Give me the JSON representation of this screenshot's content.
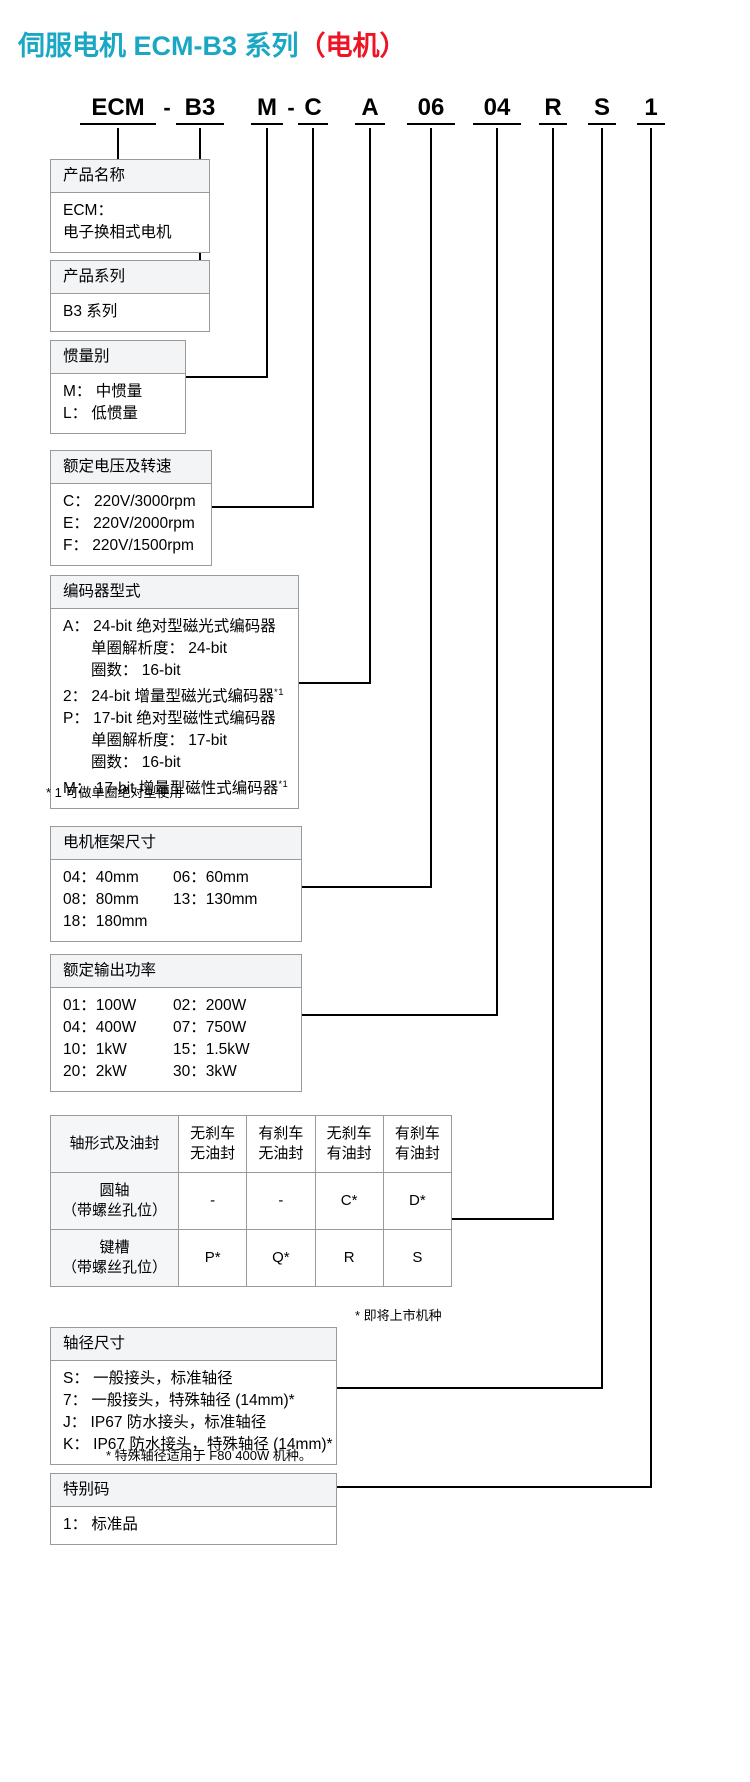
{
  "title": {
    "main": "伺服电机 ECM-B3 系列",
    "paren": "（电机）"
  },
  "model_code": {
    "segments": [
      "ECM",
      "B3",
      "M",
      "C",
      "A",
      "06",
      "04",
      "R",
      "S",
      "1"
    ],
    "dash1": "-",
    "dash2": "-"
  },
  "boxes": {
    "product_name": {
      "header": "产品名称",
      "lines": [
        "ECM：",
        "电子换相式电机"
      ]
    },
    "product_series": {
      "header": "产品系列",
      "lines": [
        "B3 系列"
      ]
    },
    "inertia": {
      "header": "惯量别",
      "lines": [
        "M： 中惯量",
        "L： 低惯量"
      ]
    },
    "voltage_speed": {
      "header": "额定电压及转速",
      "lines": [
        "C： 220V/3000rpm",
        "E： 220V/2000rpm",
        "F： 220V/1500rpm"
      ]
    },
    "encoder": {
      "header": "编码器型式",
      "lines": [
        {
          "text": "A： 24-bit 绝对型磁光式编码器",
          "indent": false,
          "sup": ""
        },
        {
          "text": "单圈解析度： 24-bit",
          "indent": true,
          "sup": ""
        },
        {
          "text": "圈数： 16-bit",
          "indent": true,
          "sup": ""
        },
        {
          "text": "2： 24-bit 增量型磁光式编码器",
          "indent": false,
          "sup": "*1"
        },
        {
          "text": "P： 17-bit 绝对型磁性式编码器",
          "indent": false,
          "sup": ""
        },
        {
          "text": "单圈解析度： 17-bit",
          "indent": true,
          "sup": ""
        },
        {
          "text": "圈数： 16-bit",
          "indent": true,
          "sup": ""
        },
        {
          "text": "M： 17-bit 增量型磁性式编码器",
          "indent": false,
          "sup": "*1"
        }
      ],
      "footnote": "* 1 可做单圈绝对型使用"
    },
    "frame_size": {
      "header": "电机框架尺寸",
      "rows": [
        {
          "left": "04：40mm",
          "right": "06：60mm"
        },
        {
          "left": "08：80mm",
          "right": "13：130mm"
        },
        {
          "left": "18：180mm",
          "right": ""
        }
      ]
    },
    "power": {
      "header": "额定输出功率",
      "rows": [
        {
          "left": "01：100W",
          "right": "02：200W"
        },
        {
          "left": "04：400W",
          "right": "07：750W"
        },
        {
          "left": "10：1kW",
          "right": "15：1.5kW"
        },
        {
          "left": "20：2kW",
          "right": "30：3kW"
        }
      ]
    },
    "shaft_diameter": {
      "header": "轴径尺寸",
      "lines": [
        "S： 一般接头，标准轴径",
        "7： 一般接头，特殊轴径 (14mm)*",
        "J： IP67 防水接头，标准轴径",
        "K： IP67 防水接头，特殊轴径 (14mm)*"
      ],
      "footnote": "* 特殊轴径适用于 F80 400W 机种。"
    },
    "special_code": {
      "header": "特别码",
      "lines": [
        "1： 标准品"
      ]
    }
  },
  "shaft_table": {
    "corner_header": "轴形式及油封",
    "column_headers": [
      {
        "l1": "无刹车",
        "l2": "无油封"
      },
      {
        "l1": "有刹车",
        "l2": "无油封"
      },
      {
        "l1": "无刹车",
        "l2": "有油封"
      },
      {
        "l1": "有刹车",
        "l2": "有油封"
      }
    ],
    "rows": [
      {
        "label_l1": "圆轴",
        "label_l2": "（带螺丝孔位）",
        "cells": [
          "-",
          "-",
          "C*",
          "D*"
        ]
      },
      {
        "label_l1": "键槽",
        "label_l2": "（带螺丝孔位）",
        "cells": [
          "P*",
          "Q*",
          "R",
          "S"
        ]
      }
    ],
    "footnote": "* 即将上市机种"
  },
  "colors": {
    "title_blue": "#1aa7c4",
    "title_red": "#ef1423",
    "box_border": "#9a9a9a",
    "box_header_bg": "#f2f4f6"
  }
}
